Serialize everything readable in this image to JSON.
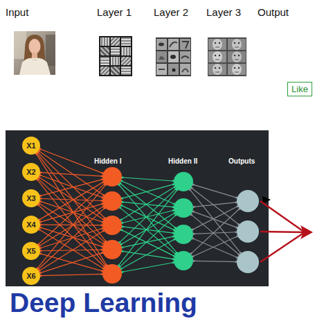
{
  "diagram": {
    "title": "Deep Learning",
    "nodes": [
      {
        "text": [
          "Like"
        ]
      },
      {
        "text": [
          "X1"
        ]
      },
      {
        "text": [
          "X2"
        ]
      },
      {
        "text": [
          "X3"
        ]
      },
      {
        "text": [
          "X4"
        ]
      },
      {
        "text": [
          "X5"
        ]
      },
      {
        "text": [
          "X6"
        ]
      }
    ],
    "labels": [
      "Input",
      "Layer 1",
      "Layer 2",
      "Layer 3",
      "Output",
      "Hidden I",
      "Hidden II",
      "Outputs"
    ]
  }
}
